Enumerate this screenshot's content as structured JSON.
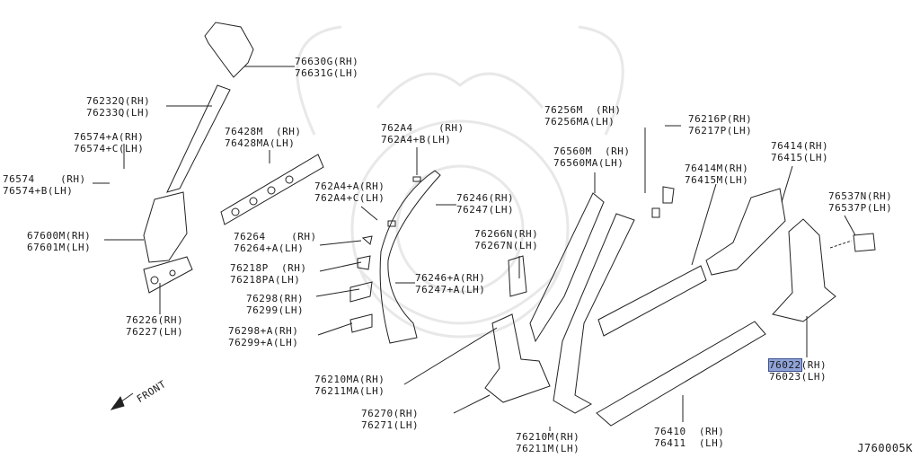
{
  "diagram_code": "J760005K",
  "front_label": "FRONT",
  "colors": {
    "line": "#222222",
    "highlight": "#8fa3d8",
    "watermark": "#e6e6e6"
  },
  "parts": [
    {
      "id": "p1",
      "line1": "76630G(RH)",
      "line2": "76631G(LH)"
    },
    {
      "id": "p2",
      "line1": "76232Q(RH)",
      "line2": "76233Q(LH)"
    },
    {
      "id": "p3",
      "line1": "76574+A(RH)",
      "line2": "76574+C(LH)"
    },
    {
      "id": "p4",
      "line1": "76574    (RH)",
      "line2": "76574+B(LH)"
    },
    {
      "id": "p5",
      "line1": "67600M(RH)",
      "line2": "67601M(LH)"
    },
    {
      "id": "p6",
      "line1": "76226(RH)",
      "line2": "76227(LH)"
    },
    {
      "id": "p7",
      "line1": "76428M  (RH)",
      "line2": "76428MA(LH)"
    },
    {
      "id": "p8",
      "line1": "762A4    (RH)",
      "line2": "762A4+B(LH)"
    },
    {
      "id": "p9",
      "line1": "762A4+A(RH)",
      "line2": "762A4+C(LH)"
    },
    {
      "id": "p10",
      "line1": "76264    (RH)",
      "line2": "76264+A(LH)"
    },
    {
      "id": "p11",
      "line1": "76218P  (RH)",
      "line2": "76218PA(LH)"
    },
    {
      "id": "p12",
      "line1": "76298(RH)",
      "line2": "76299(LH)"
    },
    {
      "id": "p13",
      "line1": "76298+A(RH)",
      "line2": "76299+A(LH)"
    },
    {
      "id": "p14",
      "line1": "76246(RH)",
      "line2": "76247(LH)"
    },
    {
      "id": "p15",
      "line1": "76246+A(RH)",
      "line2": "76247+A(LH)"
    },
    {
      "id": "p16",
      "line1": "76266N(RH)",
      "line2": "76267N(LH)"
    },
    {
      "id": "p17",
      "line1": "76210MA(RH)",
      "line2": "76211MA(LH)"
    },
    {
      "id": "p18",
      "line1": "76270(RH)",
      "line2": "76271(LH)"
    },
    {
      "id": "p19",
      "line1": "76256M  (RH)",
      "line2": "76256MA(LH)"
    },
    {
      "id": "p20",
      "line1": "76560M  (RH)",
      "line2": "76560MA(LH)"
    },
    {
      "id": "p21",
      "line1": "76216P(RH)",
      "line2": "76217P(LH)"
    },
    {
      "id": "p22",
      "line1": "76414M(RH)",
      "line2": "76415M(LH)"
    },
    {
      "id": "p23",
      "line1": "76414(RH)",
      "line2": "76415(LH)"
    },
    {
      "id": "p24",
      "line1": "76537N(RH)",
      "line2": "76537P(LH)"
    },
    {
      "id": "p25",
      "line1": "76022",
      "line1b": "(RH)",
      "line2": "76023(LH)"
    },
    {
      "id": "p26",
      "line1": "76410  (RH)",
      "line2": "76411  (LH)"
    },
    {
      "id": "p27",
      "line1": "76210M(RH)",
      "line2": "76211M(LH)"
    }
  ]
}
